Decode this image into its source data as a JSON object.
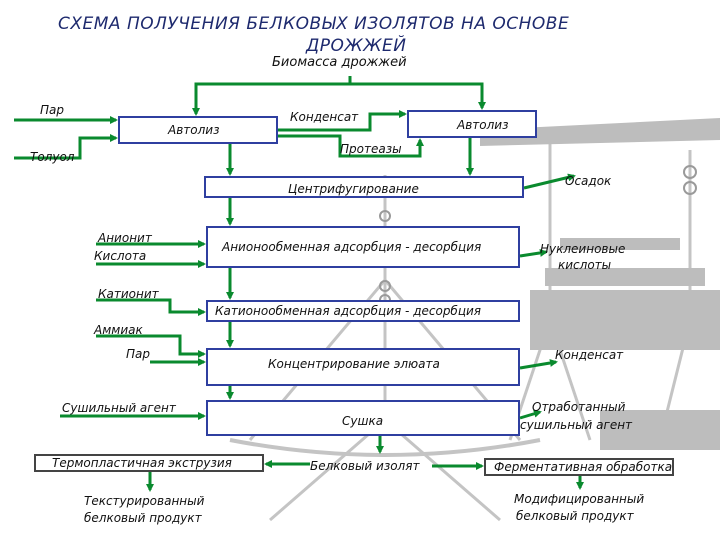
{
  "title": {
    "line1": "СХЕМА ПОЛУЧЕНИЯ БЕЛКОВЫХ ИЗОЛЯТОВ НА ОСНОВЕ",
    "line2": "ДРОЖЖЕЙ"
  },
  "nodes": {
    "biomass": "Биомасса дрожжей",
    "steam1": "Пар",
    "autolysis1": "Автолиз",
    "condensate1": "Конденсат",
    "autolysis2": "Автолиз",
    "toluene": "Толуол",
    "proteases": "Протеазы",
    "centrifugation": "Центрифугирование",
    "sediment": "Осадок",
    "anionite": "Анионит",
    "acid": "Кислота",
    "anion_adsorption": "Анионообменная адсорбция - десорбция",
    "nucleic_acids_l1": "Нуклеиновые",
    "nucleic_acids_l2": "кислоты",
    "cationite": "Катионит",
    "cation_adsorption": "Катионообменная адсорбция - десорбция",
    "ammonia": "Аммиак",
    "steam2": "Пар",
    "eluate_concentration": "Концентрирование элюата",
    "condensate2": "Конденсат",
    "drying_agent": "Сушильный агент",
    "drying": "Сушка",
    "spent_agent_l1": "Отработанный",
    "spent_agent_l2": "сушильный агент",
    "extrusion": "Термопластичная экструзия",
    "protein_isolate": "Белковый изолят",
    "enzymatic_treatment": "Ферментативная обработка",
    "textured_l1": "Текстурированный",
    "textured_l2": "белковый продукт",
    "modified_l1": "Модифицированный",
    "modified_l2": "белковый продукт"
  },
  "colors": {
    "arrow": "#0a8a2e",
    "box_border": "#2f3fa0",
    "title": "#1e2a6e",
    "scale_gray": "#b5b5b5"
  }
}
